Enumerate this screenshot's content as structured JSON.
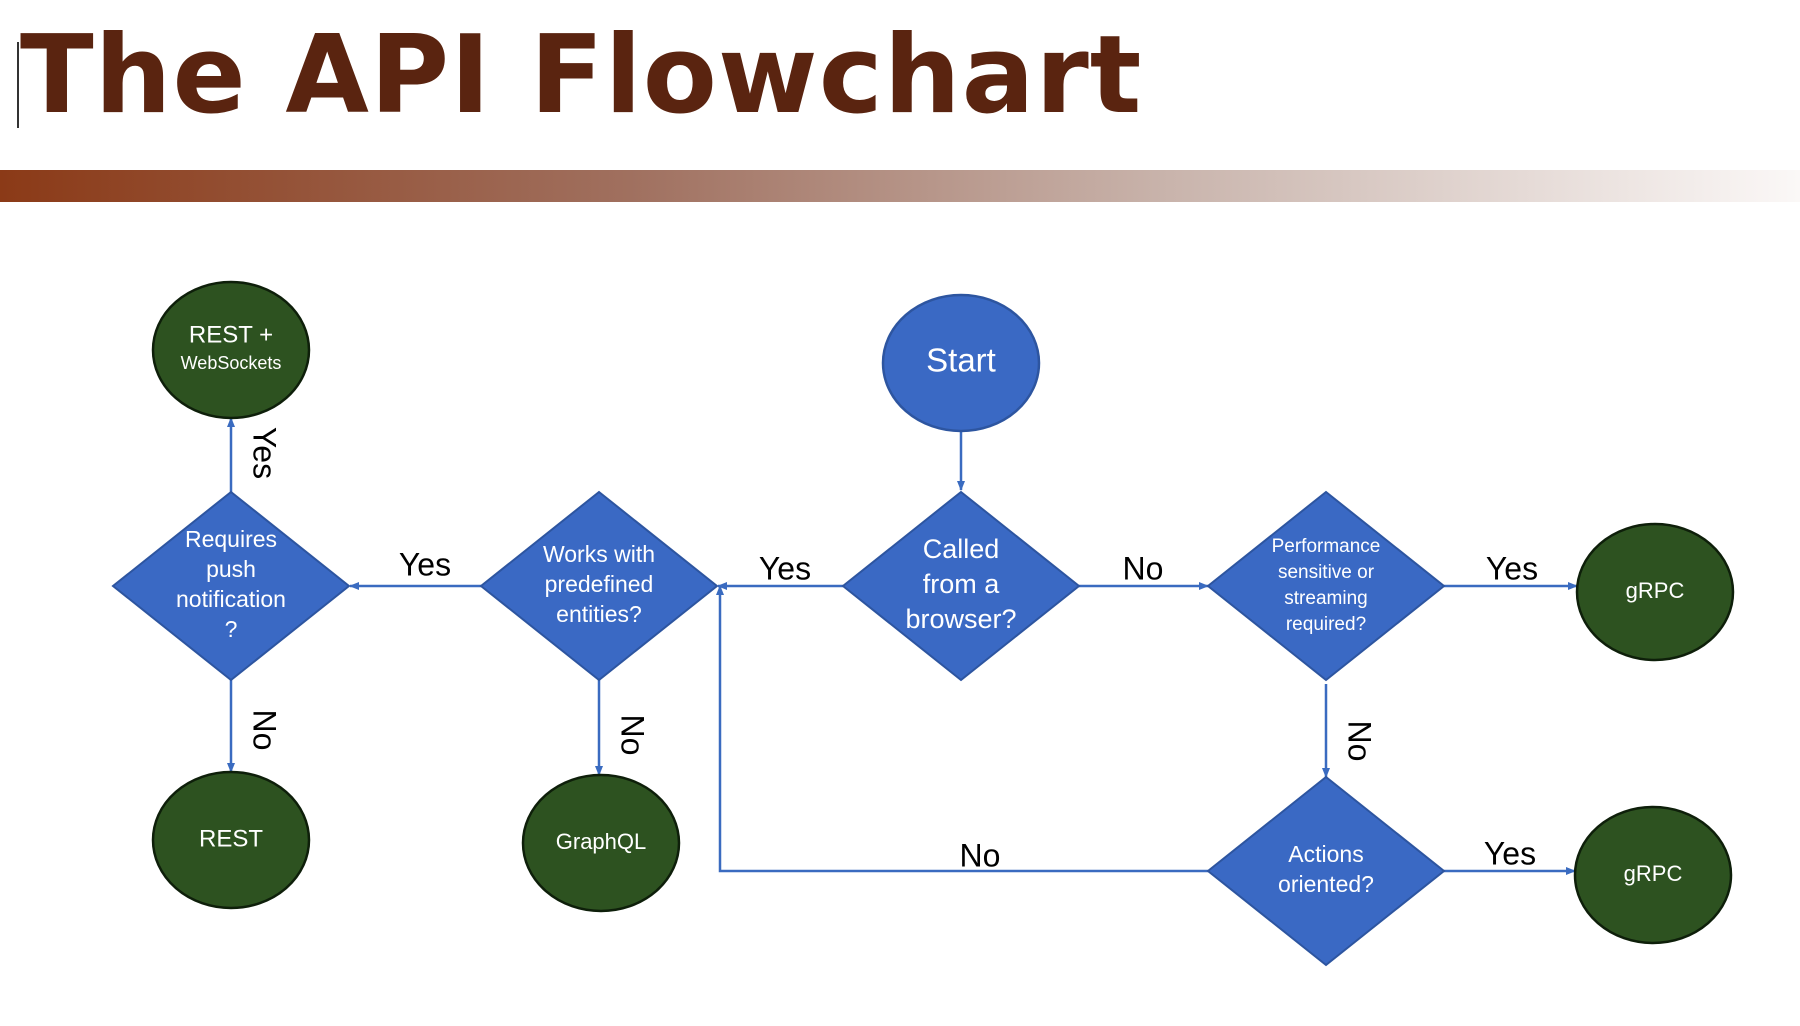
{
  "title": "The API Flowchart",
  "colors": {
    "title": "#5a2410",
    "decision_fill": "#3a69c4",
    "start_fill": "#3a69c4",
    "terminal_fill": "#2d5220",
    "connector": "#3a6bc0"
  },
  "nodes": {
    "start": {
      "shape": "circle",
      "lines": [
        "Start"
      ]
    },
    "browser": {
      "shape": "diamond",
      "lines": [
        "Called",
        "from a",
        "browser?"
      ]
    },
    "entities": {
      "shape": "diamond",
      "lines": [
        "Works with",
        "predefined",
        "entities?"
      ]
    },
    "push": {
      "shape": "diamond",
      "lines": [
        "Requires",
        "push",
        "notification",
        "?"
      ]
    },
    "perf": {
      "shape": "diamond",
      "lines": [
        "Performance",
        "sensitive or",
        "streaming",
        "required?"
      ]
    },
    "actions": {
      "shape": "diamond",
      "lines": [
        "Actions",
        "oriented?"
      ]
    },
    "rest_ws": {
      "shape": "circle",
      "lines": [
        "REST +",
        "WebSockets"
      ]
    },
    "rest": {
      "shape": "circle",
      "lines": [
        "REST"
      ]
    },
    "graphql": {
      "shape": "circle",
      "lines": [
        "GraphQL"
      ]
    },
    "grpc_1": {
      "shape": "circle",
      "lines": [
        "gRPC"
      ]
    },
    "grpc_2": {
      "shape": "circle",
      "lines": [
        "gRPC"
      ]
    }
  },
  "edges": [
    {
      "from": "start",
      "to": "browser",
      "label": ""
    },
    {
      "from": "browser",
      "to": "entities",
      "label": "Yes"
    },
    {
      "from": "browser",
      "to": "perf",
      "label": "No"
    },
    {
      "from": "entities",
      "to": "push",
      "label": "Yes"
    },
    {
      "from": "entities",
      "to": "graphql",
      "label": "No"
    },
    {
      "from": "push",
      "to": "rest_ws",
      "label": "Yes"
    },
    {
      "from": "push",
      "to": "rest",
      "label": "No"
    },
    {
      "from": "perf",
      "to": "grpc_1",
      "label": "Yes"
    },
    {
      "from": "perf",
      "to": "actions",
      "label": "No"
    },
    {
      "from": "actions",
      "to": "grpc_2",
      "label": "Yes"
    },
    {
      "from": "actions",
      "to": "entities",
      "label": "No"
    }
  ]
}
